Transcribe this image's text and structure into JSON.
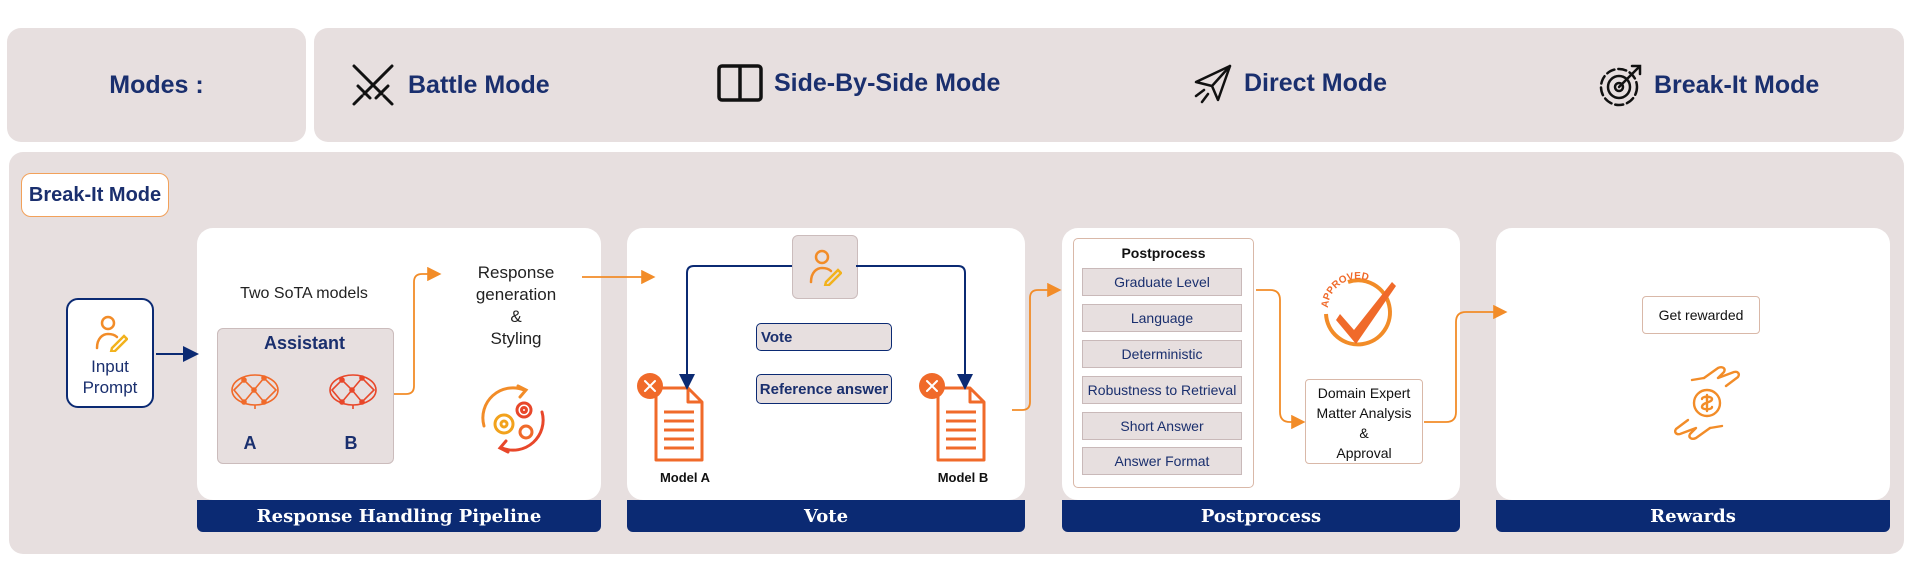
{
  "modes": {
    "label": "Modes :",
    "items": [
      {
        "icon": "swords-icon",
        "label": "Battle Mode"
      },
      {
        "icon": "book-icon",
        "label": "Side-By-Side Mode"
      },
      {
        "icon": "paper-plane-icon",
        "label": "Direct Mode"
      },
      {
        "icon": "target-icon",
        "label": "Break-It Mode"
      }
    ]
  },
  "breakit": {
    "title": "Break-It Mode",
    "input_prompt": "Input\nPrompt",
    "stages": [
      {
        "band": "Response Handling Pipeline"
      },
      {
        "band": "Vote"
      },
      {
        "band": "Postprocess"
      },
      {
        "band": "Rewards"
      }
    ]
  },
  "pipeline": {
    "models_caption": "Two SoTA models",
    "assistant": "Assistant",
    "model_a": "A",
    "model_b": "B",
    "response_text": "Response\ngeneration\n&\nStyling"
  },
  "vote": {
    "vote_label": "Vote",
    "reference_label": "Reference answer",
    "model_a": "Model A",
    "model_b": "Model B"
  },
  "postprocess": {
    "title": "Postprocess",
    "items": [
      "Graduate Level",
      "Language",
      "Deterministic",
      "Robustness to Retrieval",
      "Short Answer",
      "Answer Format"
    ],
    "expert": "Domain Expert\nMatter Analysis\n&\nApproval",
    "approved_stamp": "APPROVED"
  },
  "rewards": {
    "label": "Get rewarded"
  },
  "colors": {
    "navy": "#0b2a73",
    "title_navy": "#1a2f6e",
    "panel": "#e7dfdf",
    "orange": "#f28c28",
    "red_orange": "#e8472a"
  }
}
